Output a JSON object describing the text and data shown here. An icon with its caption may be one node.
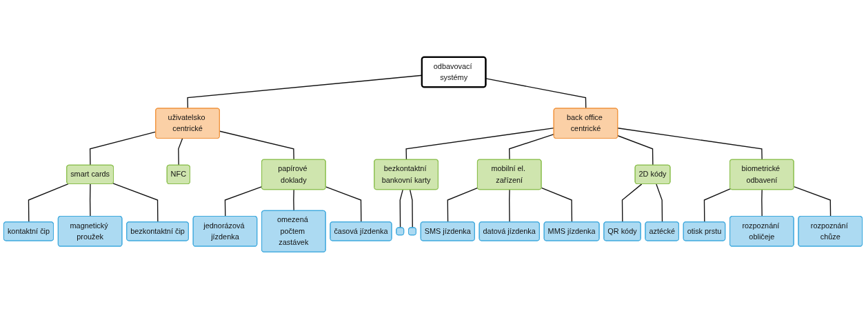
{
  "diagram": {
    "nodes": [
      {
        "text": [
          "odbavovací systémy"
        ]
      },
      {
        "text": [
          "uživatelsko centrické"
        ]
      },
      {
        "text": [
          "back office centrické"
        ]
      },
      {
        "text": [
          "smart cards"
        ]
      },
      {
        "text": [
          "kontaktní čip"
        ]
      },
      {
        "text": [
          "magnetický proužek"
        ]
      },
      {
        "text": [
          "bezkontaktní čip"
        ]
      },
      {
        "text": [
          "NFC"
        ]
      },
      {
        "text": [
          "papírové doklady"
        ]
      },
      {
        "text": [
          "jednorázová jízdenka"
        ]
      },
      {
        "text": [
          "omezená počtem zastávek"
        ]
      },
      {
        "text": [
          "časová jízdenka"
        ]
      },
      {
        "text": [
          "bezkontaktní bankovní karty"
        ]
      },
      {
        "text": [],
        "shape": "box"
      },
      {
        "text": [],
        "shape": "box"
      },
      {
        "text": [
          "mobilní el. zařízení"
        ]
      },
      {
        "text": [
          "SMS jízdenka"
        ]
      },
      {
        "text": [
          "datová jízdenka"
        ]
      },
      {
        "text": [
          "MMS jízdenka"
        ]
      },
      {
        "text": [
          "2D kódy"
        ]
      },
      {
        "text": [
          "QR kódy"
        ]
      },
      {
        "text": [
          "aztécké"
        ]
      },
      {
        "text": [
          "biometrické odbavení"
        ]
      },
      {
        "text": [
          "otisk prstu"
        ]
      },
      {
        "text": [
          "rozpoznání obličeje"
        ]
      },
      {
        "text": [
          "rozpoznání chůze"
        ]
      }
    ],
    "edges": [
      {
        "from": 0,
        "to": 1,
        "arrow": "none"
      },
      {
        "from": 0,
        "to": 2,
        "arrow": "none"
      },
      {
        "from": 1,
        "to": 3,
        "arrow": "none"
      },
      {
        "from": 1,
        "to": 7,
        "arrow": "none"
      },
      {
        "from": 1,
        "to": 8,
        "arrow": "none"
      },
      {
        "from": 3,
        "to": 4,
        "arrow": "none"
      },
      {
        "from": 3,
        "to": 5,
        "arrow": "none"
      },
      {
        "from": 3,
        "to": 6,
        "arrow": "none"
      },
      {
        "from": 8,
        "to": 9,
        "arrow": "none"
      },
      {
        "from": 8,
        "to": 10,
        "arrow": "none"
      },
      {
        "from": 8,
        "to": 11,
        "arrow": "none"
      },
      {
        "from": 2,
        "to": 12,
        "arrow": "none"
      },
      {
        "from": 2,
        "to": 15,
        "arrow": "none"
      },
      {
        "from": 2,
        "to": 19,
        "arrow": "none"
      },
      {
        "from": 2,
        "to": 22,
        "arrow": "none"
      },
      {
        "from": 12,
        "to": 13,
        "arrow": "none"
      },
      {
        "from": 12,
        "to": 14,
        "arrow": "none"
      },
      {
        "from": 15,
        "to": 16,
        "arrow": "none"
      },
      {
        "from": 15,
        "to": 17,
        "arrow": "none"
      },
      {
        "from": 15,
        "to": 18,
        "arrow": "none"
      },
      {
        "from": 19,
        "to": 20,
        "arrow": "none"
      },
      {
        "from": 19,
        "to": 21,
        "arrow": "none"
      },
      {
        "from": 22,
        "to": 23,
        "arrow": "none"
      },
      {
        "from": 22,
        "to": 24,
        "arrow": "none"
      },
      {
        "from": 22,
        "to": 25,
        "arrow": "none"
      }
    ]
  }
}
